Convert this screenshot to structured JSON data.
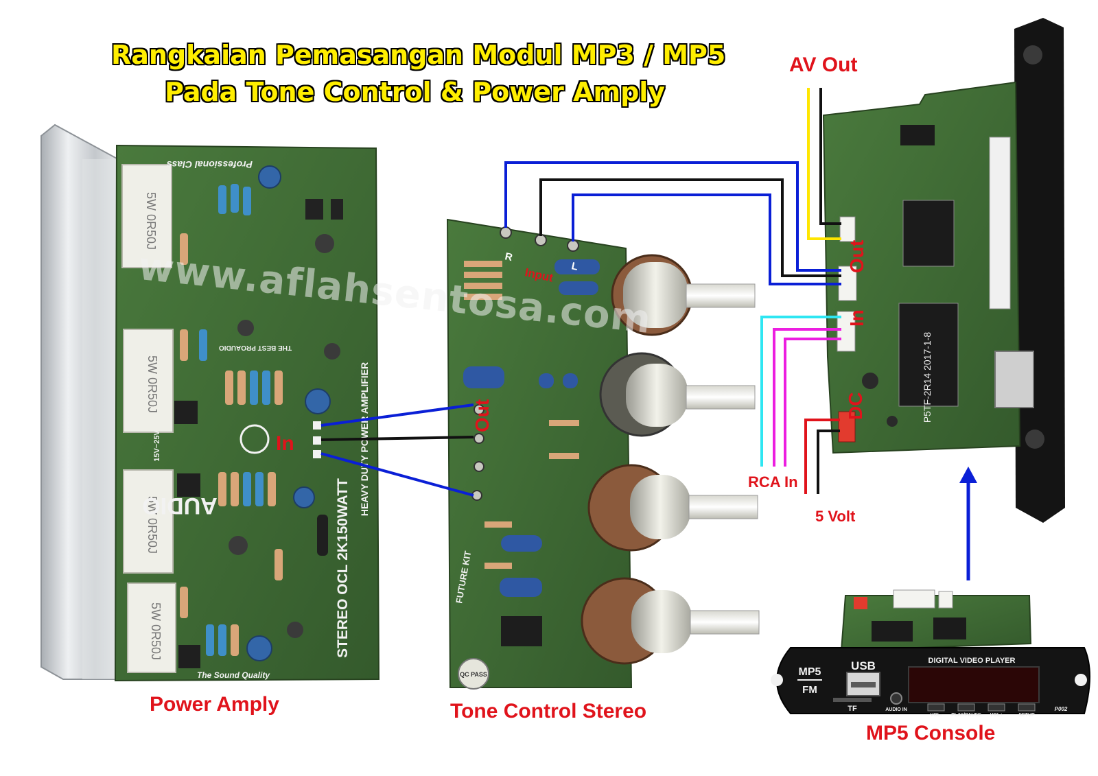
{
  "title": {
    "line1": "Rangkaian Pemasangan Modul MP3 / MP5",
    "line2": "Pada Tone Control & Power Amply"
  },
  "watermark": "www.aflahsentosa.com",
  "boards": {
    "power_amp": {
      "caption": "Power Amply",
      "silkscreen": {
        "brand": "Professional Class",
        "name": "HEAVY DUTY POWER AMPLIFIER",
        "model": "STEREO OCL 2K150WATT",
        "logo": "AUDIO",
        "tag": "THE BEST PROAUDIO",
        "motto": "The Sound Quality",
        "resistor_rating": "5W 0R50J",
        "supply": "15V~25V"
      },
      "port_label": "In"
    },
    "tone_control": {
      "caption": "Tone Control Stereo",
      "input_label": "Input",
      "input_r": "R",
      "input_l": "L",
      "output_label": "Out",
      "silkscreen": {
        "brand": "FUTURE KIT",
        "badge": "QC PASS"
      }
    },
    "mp3_module": {
      "av_out": "AV Out",
      "out": "Out",
      "in": "In",
      "dc": "DC",
      "rca_in": "RCA In",
      "five_volt": "5 Volt",
      "silkscreen": "P5TF-2R14 2017-1-8"
    },
    "mp5_console": {
      "caption": "MP5 Console",
      "mp5": "MP5",
      "fm": "FM",
      "usb": "USB",
      "tf": "TF",
      "audio_in": "AUDIO IN",
      "display": "DIGITAL VIDEO PLAYER",
      "buttons": [
        "VOL-",
        "PLAY/PAUSE",
        "VOL+",
        "SETUP"
      ],
      "model": "P002"
    }
  },
  "colors": {
    "title_yellow": "#ffee00",
    "caption_red": "#e0131b",
    "wire_blue": "#0a1fd6",
    "wire_black": "#111111",
    "wire_yellow": "#ffe600",
    "wire_cyan": "#2ee6f2",
    "wire_magenta": "#ec1ee0",
    "wire_red": "#e0131b",
    "pcb_green": "#3f6b34",
    "heatsink": "#d2d5d8"
  }
}
